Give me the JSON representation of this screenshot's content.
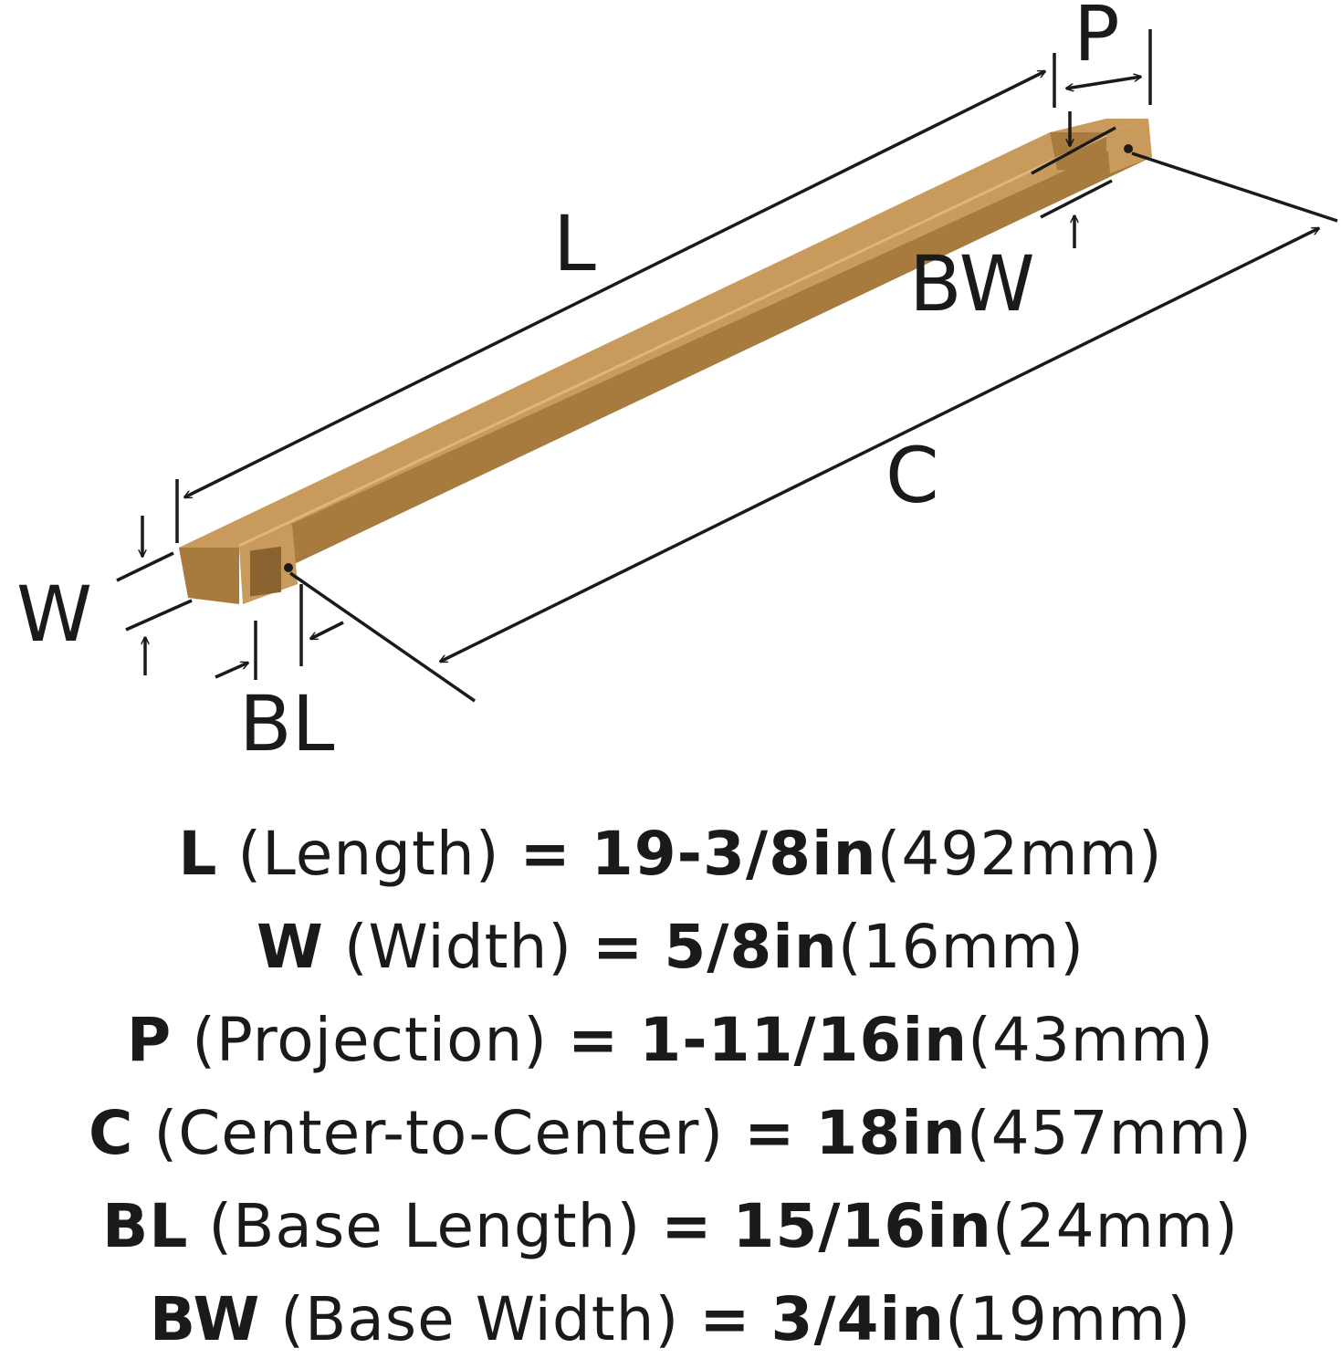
{
  "diagram": {
    "product_color": "#c89b5c",
    "product_shade": "#a77a3e",
    "product_highlight": "#dcb67c",
    "line_color": "#1a1a1a",
    "labels": {
      "L": "L",
      "P": "P",
      "BW": "BW",
      "C": "C",
      "W": "W",
      "BL": "BL"
    }
  },
  "specs": [
    {
      "code": "L",
      "name": "(Length)",
      "eq": "=",
      "imperial": "19-3/8in",
      "metric": "(492mm)"
    },
    {
      "code": "W",
      "name": "(Width)",
      "eq": "=",
      "imperial": "5/8in",
      "metric": "(16mm)"
    },
    {
      "code": "P",
      "name": "(Projection)",
      "eq": "=",
      "imperial": "1-11/16in",
      "metric": "(43mm)"
    },
    {
      "code": "C",
      "name": "(Center-to-Center)",
      "eq": "=",
      "imperial": "18in",
      "metric": "(457mm)"
    },
    {
      "code": "BL",
      "name": "(Base Length)",
      "eq": "=",
      "imperial": "15/16in",
      "metric": "(24mm)"
    },
    {
      "code": "BW",
      "name": "(Base Width)",
      "eq": "=",
      "imperial": "3/4in",
      "metric": "(19mm)"
    }
  ]
}
